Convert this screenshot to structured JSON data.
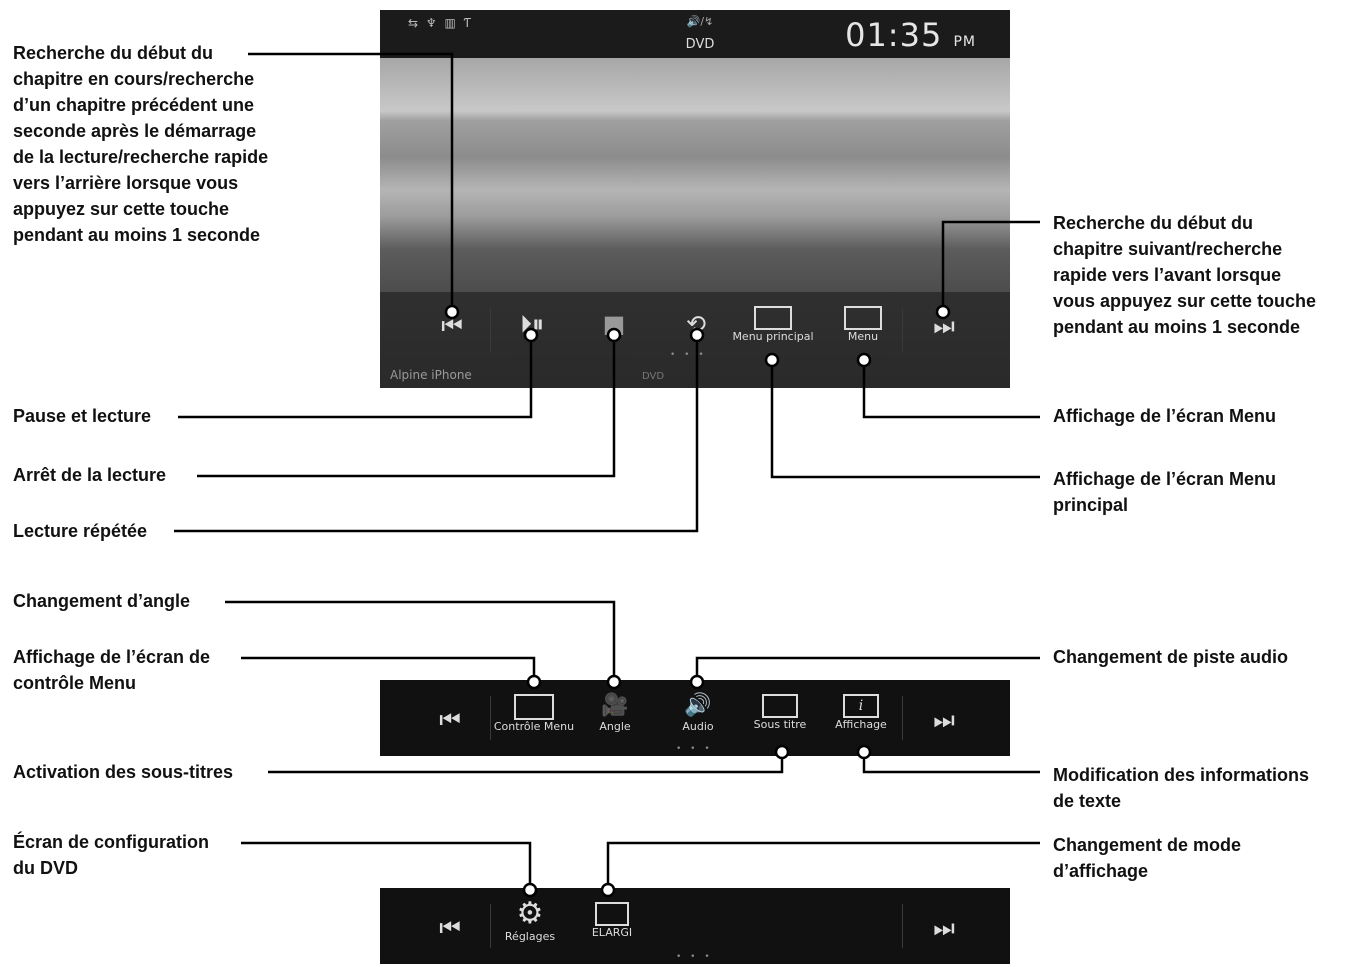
{
  "screen": {
    "status_icons": "⇆ ♆ ▥ Ƭ",
    "status_mid": "🔊/↯",
    "source": "DVD",
    "time": "01:35",
    "ampm": "PM",
    "source_name": "Alpine iPhone",
    "bottom_mid": "DVD"
  },
  "controls1": {
    "prev_glyph": "⏮",
    "playpause_glyph": "⏵⏸",
    "stop_glyph": "■",
    "repeat_glyph": "⟲",
    "main_menu_label": "Menu principal",
    "menu_label": "Menu",
    "next_glyph": "⏭"
  },
  "controls2": {
    "prev_glyph": "⏮",
    "contmenu_label": "Contrôle Menu",
    "angle_label": "Angle",
    "audio_label": "Audio",
    "subtitle_label": "Sous titre",
    "display_label": "Affichage",
    "next_glyph": "⏭"
  },
  "controls3": {
    "prev_glyph": "⏮",
    "settings_label": "Réglages",
    "wide_label": "ELARGI",
    "next_glyph": "⏭"
  },
  "dots": "• • •",
  "labels": {
    "prev_desc": [
      "Recherche du début du",
      "chapitre en cours/recherche",
      "d’un chapitre précédent une",
      "seconde après le démarrage",
      "de la lecture/recherche rapide",
      "vers l’arrière lorsque vous",
      "appuyez sur cette touche",
      "pendant au moins 1 seconde"
    ],
    "next_desc": [
      "Recherche du début du",
      "chapitre suivant/recherche",
      "rapide vers l’avant lorsque",
      "vous appuyez sur cette touche",
      "pendant au moins 1 seconde"
    ],
    "pause": "Pause et lecture",
    "stop": "Arrêt de la lecture",
    "repeat": "Lecture répétée",
    "menu_screen": "Affichage de l’écran Menu",
    "main_menu": [
      "Affichage de l’écran Menu",
      "principal"
    ],
    "angle": "Changement d’angle",
    "control_menu": [
      "Affichage de l’écran de",
      "contrôle Menu"
    ],
    "audio_track": "Changement de piste audio",
    "subtitles": "Activation des sous-titres",
    "text_info": [
      "Modification des informations",
      "de texte"
    ],
    "dvd_setup": [
      "Écran de configuration",
      "du DVD"
    ],
    "display_mode": [
      "Changement de mode",
      "d’affichage"
    ]
  }
}
